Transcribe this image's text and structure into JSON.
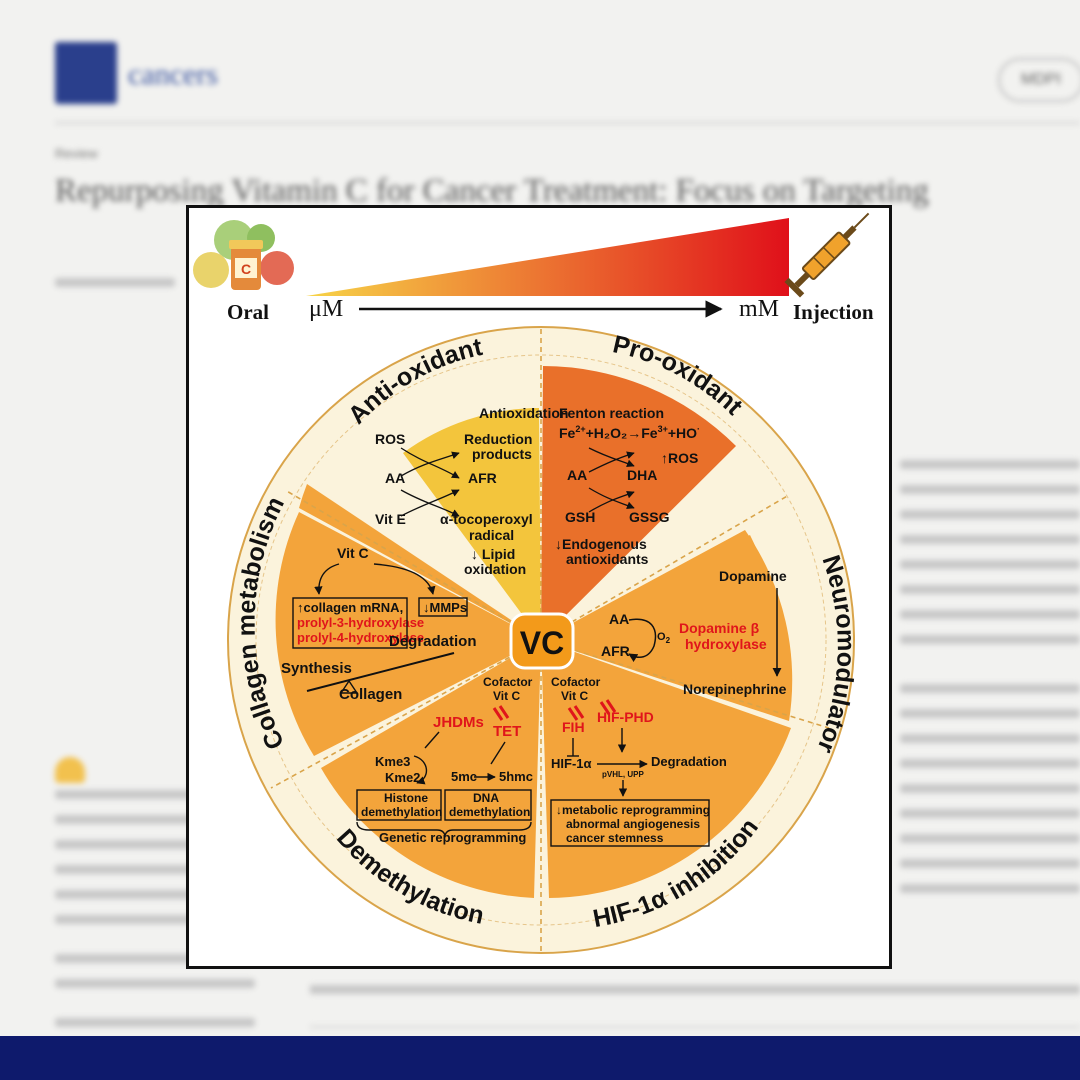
{
  "background": {
    "journal": "cancers",
    "publisher": "MDPI",
    "article_type": "Review",
    "title": "Repurposing Vitamin C for Cancer Treatment: Focus on Targeting"
  },
  "colors": {
    "gradient_start": "#f7d448",
    "gradient_end": "#e0101a",
    "wedge_antioxidant": "#f3c53c",
    "wedge_prooxidant": "#e9702a",
    "wedge_other": "#f3a43b",
    "ring": "#fbf3dc",
    "highlight": "#e0151b",
    "footer": "#0e1a6c"
  },
  "figure": {
    "dose": {
      "oral_label": "Oral",
      "injection_label": "Injection",
      "low": "μM",
      "high": "mM",
      "vitamin_jar_letter": "C"
    },
    "center": "VC",
    "sections": {
      "antioxidant": {
        "title": "Anti-oxidant",
        "heading": "Antioxidation",
        "ros": "ROS",
        "reduction_1": "Reduction",
        "reduction_2": "products",
        "aa": "AA",
        "afr": "AFR",
        "vite": "Vit E",
        "toco_1": "α-tocoperoxyl",
        "toco_2": "radical",
        "lipid_1": "Lipid",
        "lipid_2": "oxidation"
      },
      "prooxidant": {
        "title": "Pro-oxidant",
        "heading": "Fenton reaction",
        "fe2": "Fe",
        "fe2_sup": "2+",
        "h2o2": "+H₂O₂",
        "fe3": "Fe",
        "fe3_sup": "3+",
        "ho": "+HO",
        "ho_sup": "·",
        "ros": "ROS",
        "aa": "AA",
        "dha": "DHA",
        "gsh": "GSH",
        "gssg": "GSSG",
        "endo_1": "Endogenous",
        "endo_2": "antioxidants"
      },
      "neuromodulator": {
        "title": "Neuromodulator",
        "dopamine": "Dopamine",
        "aa": "AA",
        "afr": "AFR",
        "o2": "O",
        "o2_sub": "2",
        "enzyme_1": "Dopamine β",
        "enzyme_2": "hydroxylase",
        "norepinephrine": "Norepinephrine"
      },
      "hif": {
        "title": "HIF-1α inhibition",
        "cofactor_1": "Cofactor",
        "cofactor_2": "Vit C",
        "fih": "FIH",
        "phd": "HIF-PHD",
        "hif1a": "HIF-1α",
        "degradation": "Degradation",
        "pvhl": "pVHL, UPP",
        "box_1": "metabolic reprogramming",
        "box_2": "abnormal angiogenesis",
        "box_3": "cancer stemness"
      },
      "demethylation": {
        "title": "Demethylation",
        "cofactor_1": "Cofactor",
        "cofactor_2": "Vit C",
        "jhdms": "JHDMs",
        "tet": "TET",
        "kme3": "Kme3",
        "kme2": "Kme2",
        "mc": "5mc",
        "hmc": "5hmc",
        "histone_1": "Histone",
        "histone_2": "demethylation",
        "dna_1": "DNA",
        "dna_2": "demethylation",
        "genetic": "Genetic reprogramming"
      },
      "collagen": {
        "title": "Collagen metabolism",
        "vitc": "Vit C",
        "box_1": "collagen mRNA,",
        "box_2": "prolyl-3-hydroxylase",
        "box_3": "prolyl-4-hydroxylase",
        "mmps": "MMPs",
        "degradation": "Degradation",
        "synthesis": "Synthesis",
        "collagen": "Collagen"
      }
    }
  }
}
